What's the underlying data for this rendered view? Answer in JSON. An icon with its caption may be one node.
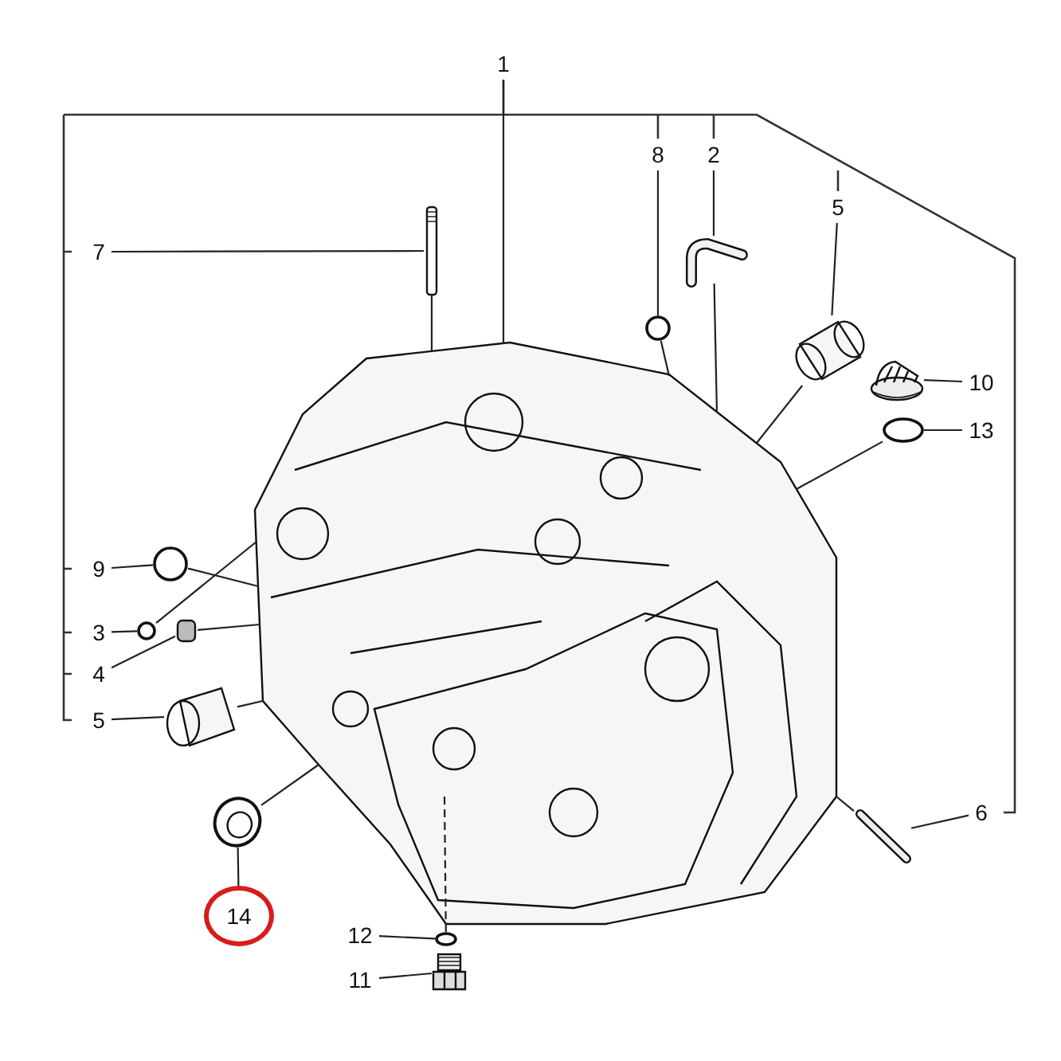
{
  "diagram": {
    "nodes": [
      {
        "text": [
          "1"
        ]
      },
      {
        "text": [
          "8"
        ]
      },
      {
        "text": [
          "2"
        ]
      },
      {
        "text": [
          "5"
        ]
      },
      {
        "text": [
          "7"
        ]
      },
      {
        "text": [
          "10"
        ]
      },
      {
        "text": [
          "13"
        ]
      },
      {
        "text": [
          "9"
        ]
      },
      {
        "text": [
          "3"
        ]
      },
      {
        "text": [
          "4"
        ]
      },
      {
        "text": [
          "5"
        ]
      },
      {
        "text": [
          "6"
        ]
      },
      {
        "text": [
          "14"
        ]
      },
      {
        "text": [
          "12"
        ]
      },
      {
        "text": [
          "11"
        ]
      },
      {
        "text": [],
        "shape": "picture"
      },
      {
        "text": [],
        "shape": "picture"
      },
      {
        "text": [],
        "shape": "circle"
      },
      {
        "text": [],
        "shape": "picture"
      },
      {
        "text": [],
        "shape": "picture"
      },
      {
        "text": [],
        "shape": "picture"
      },
      {
        "text": [],
        "shape": "circle"
      },
      {
        "text": [],
        "shape": "circle"
      },
      {
        "text": [],
        "shape": "circle"
      },
      {
        "text": [],
        "shape": "box"
      },
      {
        "text": [],
        "shape": "picture"
      },
      {
        "text": [],
        "shape": "picture"
      },
      {
        "text": [],
        "shape": "picture"
      },
      {
        "text": [],
        "shape": "circle"
      },
      {
        "text": [],
        "shape": "picture"
      }
    ],
    "edges": [
      {
        "from": 0,
        "to": 15,
        "arrow": "none"
      },
      {
        "from": 1,
        "to": 17,
        "arrow": "none"
      },
      {
        "from": 2,
        "to": 18,
        "arrow": "none"
      },
      {
        "from": 3,
        "to": 19,
        "arrow": "none"
      },
      {
        "from": 4,
        "to": 16,
        "arrow": "none"
      },
      {
        "from": 5,
        "to": 20,
        "arrow": "none"
      },
      {
        "from": 6,
        "to": 21,
        "arrow": "none"
      },
      {
        "from": 7,
        "to": 22,
        "arrow": "none"
      },
      {
        "from": 8,
        "to": 23,
        "arrow": "none"
      },
      {
        "from": 9,
        "to": 24,
        "arrow": "none"
      },
      {
        "from": 10,
        "to": 25,
        "arrow": "none"
      },
      {
        "from": 11,
        "to": 27,
        "arrow": "none"
      },
      {
        "from": 12,
        "to": 26,
        "arrow": "none"
      },
      {
        "from": 13,
        "to": 28,
        "arrow": "none"
      },
      {
        "from": 14,
        "to": 29,
        "arrow": "none"
      },
      {
        "from": 16,
        "to": 15,
        "arrow": "none"
      },
      {
        "from": 17,
        "to": 15,
        "arrow": "none"
      },
      {
        "from": 18,
        "to": 15,
        "arrow": "none"
      },
      {
        "from": 19,
        "to": 15,
        "arrow": "none"
      },
      {
        "from": 21,
        "to": 15,
        "arrow": "none"
      },
      {
        "from": 22,
        "to": 15,
        "arrow": "none"
      },
      {
        "from": 23,
        "to": 15,
        "arrow": "none"
      },
      {
        "from": 24,
        "to": 15,
        "arrow": "none"
      },
      {
        "from": 25,
        "to": 15,
        "arrow": "none"
      },
      {
        "from": 26,
        "to": 15,
        "arrow": "none"
      },
      {
        "from": 27,
        "to": 15,
        "arrow": "none"
      },
      {
        "from": 28,
        "to": 15,
        "arrow": "none",
        "style": "dashed"
      }
    ]
  }
}
